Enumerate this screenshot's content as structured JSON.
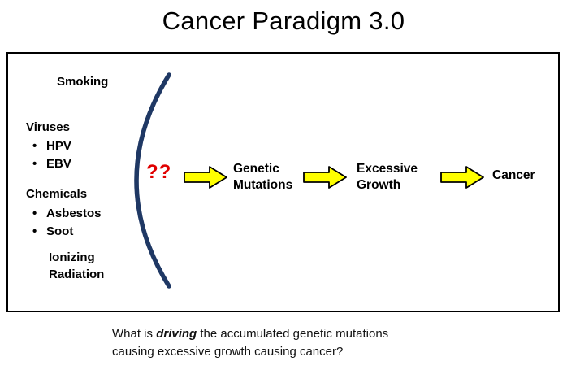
{
  "slide": {
    "title": "Cancer Paradigm 3.0"
  },
  "causes": {
    "bullet": "•",
    "smoking": "Smoking",
    "viruses_label": "Viruses",
    "viruses_items": [
      "HPV",
      "EBV"
    ],
    "chemicals_label": "Chemicals",
    "chemicals_items": [
      "Asbestos",
      "Soot"
    ],
    "radiation": "Ionizing Radiation"
  },
  "flow": {
    "question_marks": "??",
    "steps": [
      "Genetic Mutations",
      "Excessive Growth",
      "Cancer"
    ]
  },
  "caption": {
    "pre": "What is ",
    "emphasis": "driving",
    "post": " the accumulated genetic mutations causing excessive growth causing cancer?"
  },
  "colors": {
    "arrow_fill": "#FFFF00",
    "arrow_outline": "#000000",
    "bracket": "#1F3864",
    "question_marks": "#E00000",
    "box_border": "#000000",
    "text": "#000000",
    "background": "#FFFFFF"
  }
}
